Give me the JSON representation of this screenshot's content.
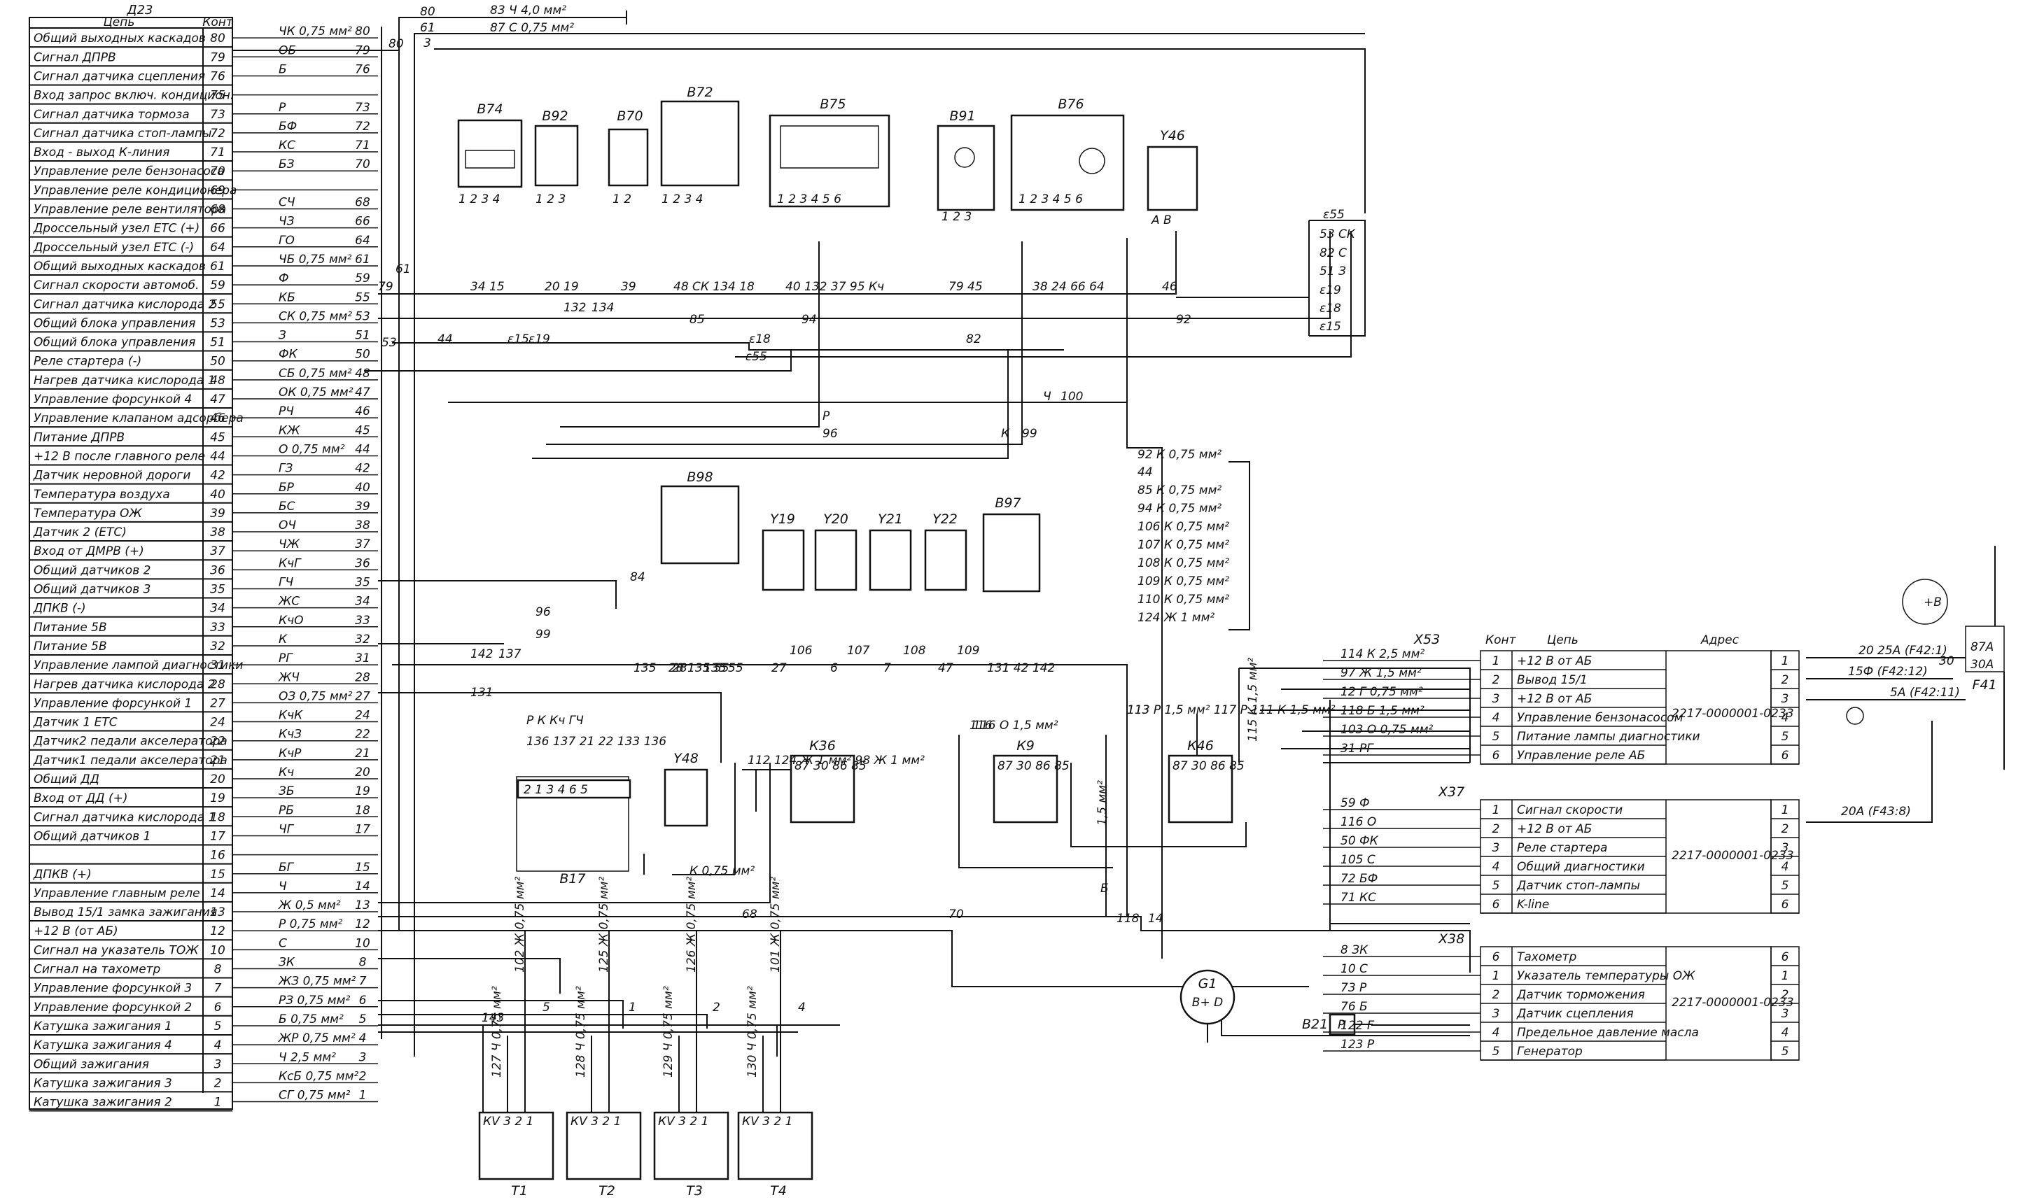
{
  "ecu": {
    "title": "Д23",
    "head_circuit": "Цепь",
    "head_contact": "Конт",
    "rows": [
      {
        "circuit": "Общий выходных каскадов",
        "pin": "80"
      },
      {
        "circuit": "Сигнал ДПРВ",
        "pin": "79"
      },
      {
        "circuit": "Сигнал датчика сцепления",
        "pin": "76"
      },
      {
        "circuit": "Вход запрос включ. кондицион.",
        "pin": "75"
      },
      {
        "circuit": "Сигнал датчика тормоза",
        "pin": "73"
      },
      {
        "circuit": "Сигнал датчика стоп-лампы",
        "pin": "72"
      },
      {
        "circuit": "Вход - выход К-линия",
        "pin": "71"
      },
      {
        "circuit": "Управление реле бензонасоса",
        "pin": "70"
      },
      {
        "circuit": "Управление реле кондиционера",
        "pin": "69"
      },
      {
        "circuit": "Управление реле вентилятора",
        "pin": "68"
      },
      {
        "circuit": "Дроссельный узел ЕТС (+)",
        "pin": "66"
      },
      {
        "circuit": "Дроссельный узел ЕТС (-)",
        "pin": "64"
      },
      {
        "circuit": "Общий выходных каскадов",
        "pin": "61"
      },
      {
        "circuit": "Сигнал скорости автомоб.",
        "pin": "59"
      },
      {
        "circuit": "Сигнал датчика кислорода 2",
        "pin": "55"
      },
      {
        "circuit": "Общий блока управления",
        "pin": "53"
      },
      {
        "circuit": "Общий блока управления",
        "pin": "51"
      },
      {
        "circuit": "Реле стартера (-)",
        "pin": "50"
      },
      {
        "circuit": "Нагрев датчика кислорода 1",
        "pin": "48"
      },
      {
        "circuit": "Управление форсункой 4",
        "pin": "47"
      },
      {
        "circuit": "Управление клапаном адсорбера",
        "pin": "46"
      },
      {
        "circuit": "Питание ДПРВ",
        "pin": "45"
      },
      {
        "circuit": "+12 В после главного реле",
        "pin": "44"
      },
      {
        "circuit": "Датчик неровной дороги",
        "pin": "42"
      },
      {
        "circuit": "Температура воздуха",
        "pin": "40"
      },
      {
        "circuit": "Температура ОЖ",
        "pin": "39"
      },
      {
        "circuit": "Датчик 2 (ЕТС)",
        "pin": "38"
      },
      {
        "circuit": "Вход от ДМРВ (+)",
        "pin": "37"
      },
      {
        "circuit": "Общий датчиков 2",
        "pin": "36"
      },
      {
        "circuit": "Общий датчиков 3",
        "pin": "35"
      },
      {
        "circuit": "ДПКВ (-)",
        "pin": "34"
      },
      {
        "circuit": "Питание 5В",
        "pin": "33"
      },
      {
        "circuit": "Питание 5В",
        "pin": "32"
      },
      {
        "circuit": "Управление лампой диагностики",
        "pin": "31"
      },
      {
        "circuit": "Нагрев датчика кислорода 2",
        "pin": "28"
      },
      {
        "circuit": "Управление форсункой 1",
        "pin": "27"
      },
      {
        "circuit": "Датчик 1 ЕТС",
        "pin": "24"
      },
      {
        "circuit": "Датчик2 педали акселератора",
        "pin": "22"
      },
      {
        "circuit": "Датчик1 педали акселератора",
        "pin": "21"
      },
      {
        "circuit": "Общий ДД",
        "pin": "20"
      },
      {
        "circuit": "Вход от ДД (+)",
        "pin": "19"
      },
      {
        "circuit": "Сигнал датчика кислорода 1",
        "pin": "18"
      },
      {
        "circuit": "Общий датчиков 1",
        "pin": "17"
      },
      {
        "circuit": "",
        "pin": "16"
      },
      {
        "circuit": "ДПКВ (+)",
        "pin": "15"
      },
      {
        "circuit": "Управление главным реле",
        "pin": "14"
      },
      {
        "circuit": "Вывод 15/1 замка зажигания",
        "pin": "13"
      },
      {
        "circuit": "+12 В (от АБ)",
        "pin": "12"
      },
      {
        "circuit": "Сигнал на указатель ТОЖ",
        "pin": "10"
      },
      {
        "circuit": "Сигнал на тахометр",
        "pin": "8"
      },
      {
        "circuit": "Управление форсункой 3",
        "pin": "7"
      },
      {
        "circuit": "Управление форсункой 2",
        "pin": "6"
      },
      {
        "circuit": "Катушка зажигания 1",
        "pin": "5"
      },
      {
        "circuit": "Катушка зажигания 4",
        "pin": "4"
      },
      {
        "circuit": "Общий зажигания",
        "pin": "3"
      },
      {
        "circuit": "Катушка зажигания 3",
        "pin": "2"
      },
      {
        "circuit": "Катушка зажигания 2",
        "pin": "1"
      }
    ],
    "wires": [
      {
        "label": "ЧК  0,75 мм²",
        "num": "80"
      },
      {
        "label": "ОБ",
        "num": "79"
      },
      {
        "label": "Б",
        "num": "76"
      },
      {
        "label": "",
        "num": ""
      },
      {
        "label": "Р",
        "num": "73"
      },
      {
        "label": "БФ",
        "num": "72"
      },
      {
        "label": "КС",
        "num": "71"
      },
      {
        "label": "БЗ",
        "num": "70"
      },
      {
        "label": "",
        "num": ""
      },
      {
        "label": "СЧ",
        "num": "68"
      },
      {
        "label": "ЧЗ",
        "num": "66"
      },
      {
        "label": "ГО",
        "num": "64"
      },
      {
        "label": "ЧБ  0,75 мм²",
        "num": "61"
      },
      {
        "label": "Ф",
        "num": "59"
      },
      {
        "label": "КБ",
        "num": "55"
      },
      {
        "label": "СК  0,75 мм²",
        "num": "53"
      },
      {
        "label": "З",
        "num": "51"
      },
      {
        "label": "ФК",
        "num": "50"
      },
      {
        "label": "СБ  0,75 мм²",
        "num": "48"
      },
      {
        "label": "ОК  0,75 мм²",
        "num": "47"
      },
      {
        "label": "РЧ",
        "num": "46"
      },
      {
        "label": "КЖ",
        "num": "45"
      },
      {
        "label": "О  0,75 мм²",
        "num": "44"
      },
      {
        "label": "ГЗ",
        "num": "42"
      },
      {
        "label": "БР",
        "num": "40"
      },
      {
        "label": "БС",
        "num": "39"
      },
      {
        "label": "ОЧ",
        "num": "38"
      },
      {
        "label": "ЧЖ",
        "num": "37"
      },
      {
        "label": "КчГ",
        "num": "36"
      },
      {
        "label": "ГЧ",
        "num": "35"
      },
      {
        "label": "ЖС",
        "num": "34"
      },
      {
        "label": "КчО",
        "num": "33"
      },
      {
        "label": "К",
        "num": "32"
      },
      {
        "label": "РГ",
        "num": "31"
      },
      {
        "label": "ЖЧ",
        "num": "28"
      },
      {
        "label": "ОЗ  0,75 мм²",
        "num": "27"
      },
      {
        "label": "КчК",
        "num": "24"
      },
      {
        "label": "КчЗ",
        "num": "22"
      },
      {
        "label": "КчР",
        "num": "21"
      },
      {
        "label": "Кч",
        "num": "20"
      },
      {
        "label": "ЗБ",
        "num": "19"
      },
      {
        "label": "РБ",
        "num": "18"
      },
      {
        "label": "ЧГ",
        "num": "17"
      },
      {
        "label": "",
        "num": ""
      },
      {
        "label": "БГ",
        "num": "15"
      },
      {
        "label": "Ч",
        "num": "14"
      },
      {
        "label": "Ж  0,5 мм²",
        "num": "13"
      },
      {
        "label": "Р  0,75 мм²",
        "num": "12"
      },
      {
        "label": "С",
        "num": "10"
      },
      {
        "label": "ЗК",
        "num": "8"
      },
      {
        "label": "ЖЗ  0,75 мм²",
        "num": "7"
      },
      {
        "label": "РЗ  0,75 мм²",
        "num": "6"
      },
      {
        "label": "Б  0,75 мм²",
        "num": "5"
      },
      {
        "label": "ЖР  0,75 мм²",
        "num": "4"
      },
      {
        "label": "Ч  2,5 мм²",
        "num": "3"
      },
      {
        "label": "КсБ  0,75 мм²",
        "num": "2"
      },
      {
        "label": "СГ  0,75 мм²",
        "num": "1"
      }
    ]
  },
  "components": {
    "top": [
      {
        "name": "В74",
        "pins": "1  2  3  4",
        "wires": "34  15"
      },
      {
        "name": "В92",
        "pins": "1  2  3",
        "wires": "20  19"
      },
      {
        "name": "В70",
        "pins": "1  2",
        "wires": "39"
      },
      {
        "name": "В72",
        "pins": "1  2  3  4",
        "wires": "48  СК 134 18"
      },
      {
        "name": "В75",
        "pins": "1  2  3  4  5  6",
        "wires": "40 132  37  95 Кч"
      },
      {
        "name": "В91",
        "pins": "1  2  3",
        "wires": "79  45"
      },
      {
        "name": "В76",
        "pins": "1  2  3  4  5  6",
        "wires": "38  24 66 64"
      },
      {
        "name": "Y46",
        "pins": "А  В",
        "wires": "46"
      }
    ],
    "mid": [
      {
        "name": "В98",
        "wires": "28  135 55"
      },
      {
        "name": "Y19",
        "wires": "106"
      },
      {
        "name": "Y20",
        "wires": "107"
      },
      {
        "name": "Y21",
        "wires": "108"
      },
      {
        "name": "Y22",
        "wires": "109"
      },
      {
        "name": "В97",
        "wires": "131 42 142"
      }
    ],
    "b17": {
      "name": "В17",
      "pins": "2  1  3  4  6  5",
      "wires": "136  137  21  22  133  136",
      "colors": "Р  К  Кч  ГЧ"
    },
    "y48": {
      "name": "Y48",
      "wire": "К  0,75 мм²"
    },
    "relays": [
      {
        "name": "К36",
        "pins": "87  30  86  85",
        "wires": "112   124 Ж  1 мм²   98 Ж  1 мм²"
      },
      {
        "name": "К9",
        "pins": "87  30  86  85",
        "wires": "116  О  1,5 мм²"
      },
      {
        "name": "К46",
        "pins": "87  30  86  85",
        "wires": "113  Р  1,5 мм²   117 Р   111  К  1,5 мм²"
      }
    ],
    "coils": [
      {
        "name": "Т1",
        "wire": "102 Ж 0,75 мм²",
        "pins": "КV  3  2  1"
      },
      {
        "name": "Т2",
        "wire": "125 Ж 0,75 мм²",
        "pins": "КV  3  2  1"
      },
      {
        "name": "Т3",
        "wire": "126 Ж 0,75 мм²",
        "pins": "КV  3  2  1"
      },
      {
        "name": "Т4",
        "wire": "101 Ж 0,75 мм²",
        "pins": "КV  3  2  1"
      }
    ],
    "generator": {
      "name": "G1",
      "pins": "В+  D"
    },
    "b21": {
      "name": "В21",
      "pin": "Р"
    },
    "f41": {
      "name": "F41",
      "fuses": [
        "20 25А (F42:1)",
        "15Ф (F42:12)",
        "5А (F42:11)",
        "20А (F43:8)"
      ],
      "terms": [
        "+В",
        "30",
        "87А",
        "30А"
      ]
    }
  },
  "bus": {
    "top_wires": [
      "80",
      "83  Ч  4,0 мм²",
      "61",
      "87  С  0,75 мм²",
      "3",
      "80"
    ],
    "labels": [
      "61",
      "79",
      "53",
      "44",
      "ε15",
      "ε19",
      "ε18",
      "ε55",
      "85",
      "94",
      "82",
      "92",
      "132",
      "134",
      "Р",
      "96",
      "К",
      "99",
      "Ч",
      "100",
      "84",
      "96",
      "99",
      "142",
      "137",
      "131",
      "135",
      "28",
      "135",
      "55",
      "27",
      "6",
      "7",
      "47",
      "68",
      "70",
      "118",
      "14",
      "115  К  1,5 мм²",
      "Б",
      "1,5 мм²",
      "116",
      "113"
    ]
  },
  "splice55": {
    "label": "ε55",
    "rows": [
      "53  СК",
      "82  С",
      "51  З",
      "ε19",
      "ε18",
      "ε15"
    ]
  },
  "k_bundle": [
    "92  К  0,75 мм²",
    "44",
    "85  К  0,75 мм²",
    "94  К  0,75 мм²",
    "106  К  0,75 мм²",
    "107  К  0,75 мм²",
    "108  К  0,75 мм²",
    "109  К  0,75 мм²",
    "110  К  0,75 мм²",
    "124  Ж  1 мм²"
  ],
  "connectors": {
    "x53": {
      "name": "Х53",
      "head_contact": "Конт",
      "head_circuit": "Цепь",
      "head_address": "Адрес",
      "address": "2217-0000001-0233",
      "wires": [
        "114  К 2,5 мм²",
        "97  Ж 1,5 мм²",
        "12  Г 0,75 мм²",
        "118 Б 1,5 мм²",
        "103 О 0,75 мм²",
        "31  РГ"
      ],
      "rows": [
        {
          "pin": "1",
          "circuit": "+12 В от АБ",
          "num": "1"
        },
        {
          "pin": "2",
          "circuit": "Вывод 15/1",
          "num": "2"
        },
        {
          "pin": "3",
          "circuit": "+12 В от АБ",
          "num": "3"
        },
        {
          "pin": "4",
          "circuit": "Управление бензонасосом",
          "num": "4"
        },
        {
          "pin": "5",
          "circuit": "Питание лампы диагностики",
          "num": "5"
        },
        {
          "pin": "6",
          "circuit": "Управление реле АБ",
          "num": "6"
        }
      ]
    },
    "x37": {
      "name": "Х37",
      "address": "2217-0000001-0233",
      "wires": [
        "59  Ф",
        "116  О",
        "50  ФК",
        "105  С",
        "72 БФ",
        "71  КС"
      ],
      "rows": [
        {
          "pin": "1",
          "circuit": "Сигнал скорости",
          "num": "1"
        },
        {
          "pin": "2",
          "circuit": "+12 В от АБ",
          "num": "2"
        },
        {
          "pin": "3",
          "circuit": "Реле стартера",
          "num": "3"
        },
        {
          "pin": "4",
          "circuit": "Общий диагностики",
          "num": "4"
        },
        {
          "pin": "5",
          "circuit": "Датчик стоп-лампы",
          "num": "5"
        },
        {
          "pin": "6",
          "circuit": "K-line",
          "num": "6"
        }
      ]
    },
    "x38": {
      "name": "Х38",
      "address": "2217-0000001-0233",
      "wires": [
        "8  ЗК",
        "10  С",
        "73  Р",
        "76  Б",
        "122  Г",
        "123  Р"
      ],
      "rows": [
        {
          "pin": "6",
          "circuit": "Тахометр",
          "num": "6"
        },
        {
          "pin": "1",
          "circuit": "Указатель температуры ОЖ",
          "num": "1"
        },
        {
          "pin": "2",
          "circuit": "Датчик торможения",
          "num": "2"
        },
        {
          "pin": "3",
          "circuit": "Датчик сцепления",
          "num": "3"
        },
        {
          "pin": "4",
          "circuit": "Предельное давление масла",
          "num": "4"
        },
        {
          "pin": "5",
          "circuit": "Генератор",
          "num": "5"
        }
      ]
    }
  },
  "coil_bus": {
    "labels": [
      "143",
      "5",
      "1",
      "2",
      "4",
      "127 Ч 0,75 мм²",
      "128 Ч 0,75 мм²",
      "129 Ч 0,75 мм²",
      "130 Ч 0,75 мм²"
    ]
  }
}
